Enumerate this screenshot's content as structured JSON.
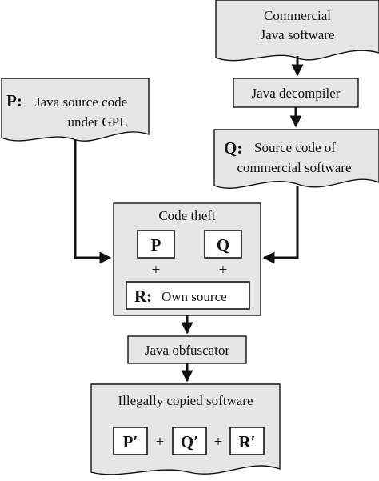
{
  "diagram": {
    "commercial": {
      "line1": "Commercial",
      "line2": "Java software"
    },
    "decompiler": {
      "label": "Java decompiler"
    },
    "p_source": {
      "prefix": "P:",
      "line1": "Java source code",
      "line2": "under GPL"
    },
    "q_source": {
      "prefix": "Q:",
      "line1": "Source code of",
      "line2": "commercial software"
    },
    "code_theft": {
      "title": "Code theft",
      "p_label": "P",
      "q_label": "Q",
      "plus": "+",
      "r_prefix": "R:",
      "r_text": "Own source"
    },
    "obfuscator": {
      "label": "Java obfuscator"
    },
    "illegal": {
      "title": "Illegally copied software",
      "p_label": "P′",
      "q_label": "Q′",
      "r_label": "R′",
      "plus": "+"
    }
  },
  "colors": {
    "box_fill": "#e6e6e6",
    "inner_fill": "#ffffff",
    "stroke": "#111111"
  }
}
